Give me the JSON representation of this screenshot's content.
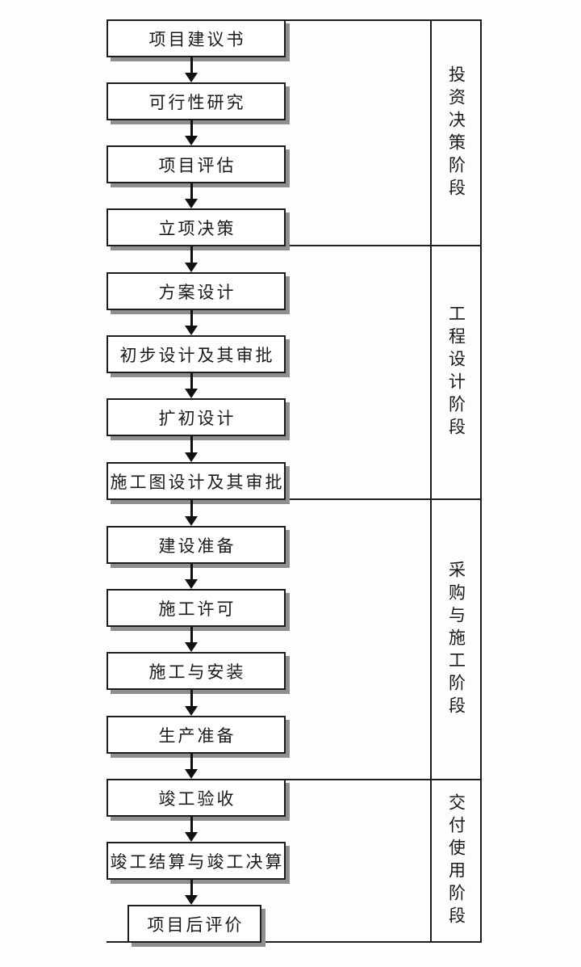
{
  "figure": {
    "description": "建设项目全生命周期流程图",
    "colors": {
      "background": "#fdfdfd",
      "box_fill": "#ffffff",
      "line": "#1c1c1c",
      "box_shadow": "#8f8f8f",
      "text": "#1a1a1a"
    },
    "flow": {
      "boxes": [
        {
          "label": "项目建议书"
        },
        {
          "label": "可行性研究"
        },
        {
          "label": "项目评估"
        },
        {
          "label": "立项决策"
        },
        {
          "label": "方案设计"
        },
        {
          "label": "初步设计及其审批"
        },
        {
          "label": "扩初设计"
        },
        {
          "label": "施工图设计及其审批"
        },
        {
          "label": "建设准备"
        },
        {
          "label": "施工许可"
        },
        {
          "label": "施工与安装"
        },
        {
          "label": "生产准备"
        },
        {
          "label": "竣工验收"
        },
        {
          "label": "竣工结算与竣工决算"
        },
        {
          "label": "项目后评价"
        }
      ],
      "connector": "down-arrow"
    },
    "phases": [
      {
        "label": "投资决策阶段",
        "covers_steps": [
          1,
          4
        ]
      },
      {
        "label": "工程设计阶段",
        "covers_steps": [
          5,
          8
        ]
      },
      {
        "label": "采购与施工阶段",
        "covers_steps": [
          9,
          12
        ]
      },
      {
        "label": "交付使用阶段",
        "covers_steps": [
          13,
          15
        ]
      }
    ]
  }
}
